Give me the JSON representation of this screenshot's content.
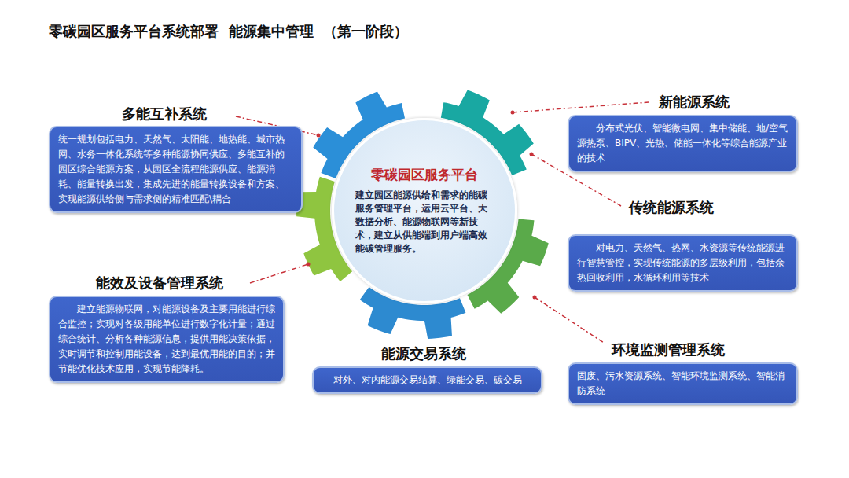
{
  "diagram": {
    "title": "零碳园区服务平台系统部署  能源集中管理  （第一阶段）",
    "nodes": [
      {
        "text": [
          "零碳园区服务平台",
          "建立园区能源供给和需求的能碳服务管理平台，运用云平台、大数据分析、能源物联网等新技术，建立从供能端到用户端高效能碳管理服务。"
        ]
      },
      {
        "text": [
          "多能互补系统",
          "统一规划包括电力、天然气、太阳能、地热能、城市热网、水务一体化系统等多种能源协同供应、多能互补的园区综合能源方案，从园区全流程能源供应、能源消耗、能量转换出发，集成先进的能量转换设备和方案、实现能源供给侧与需求侧的精准匹配\\耦合"
        ]
      },
      {
        "text": [
          "新能源系统",
          "分布式光伏、智能微电网、集中储能、地/空气源热泵、BIPV、光热、储能一体化等综合能源产业的技术"
        ]
      },
      {
        "text": [
          "传统能源系统",
          "对电力、天然气、热网、水资源等传统能源进行智慧管控，实现传统能源的多层级利用，包括余热回收利用，水循环利用等技术"
        ]
      },
      {
        "text": [
          "能效及设备管理系统",
          "建立能源物联网，对能源设备及主要用能进行综合监控；实现对各级用能单位进行数字化计量；通过综合统计、分析各种能源信息，提供用能决策依据，实时调节和控制用能设备，达到最优用能的目的；并节能优化技术应用，实现节能降耗。"
        ]
      },
      {
        "text": [
          "能源交易系统",
          "对外、对内能源交易结算、绿能交易、碳交易"
        ]
      },
      {
        "text": [
          "环境监测管理系统",
          "固废、污水资源系统、智能环境监测系统、智能消防系统"
        ]
      }
    ]
  }
}
